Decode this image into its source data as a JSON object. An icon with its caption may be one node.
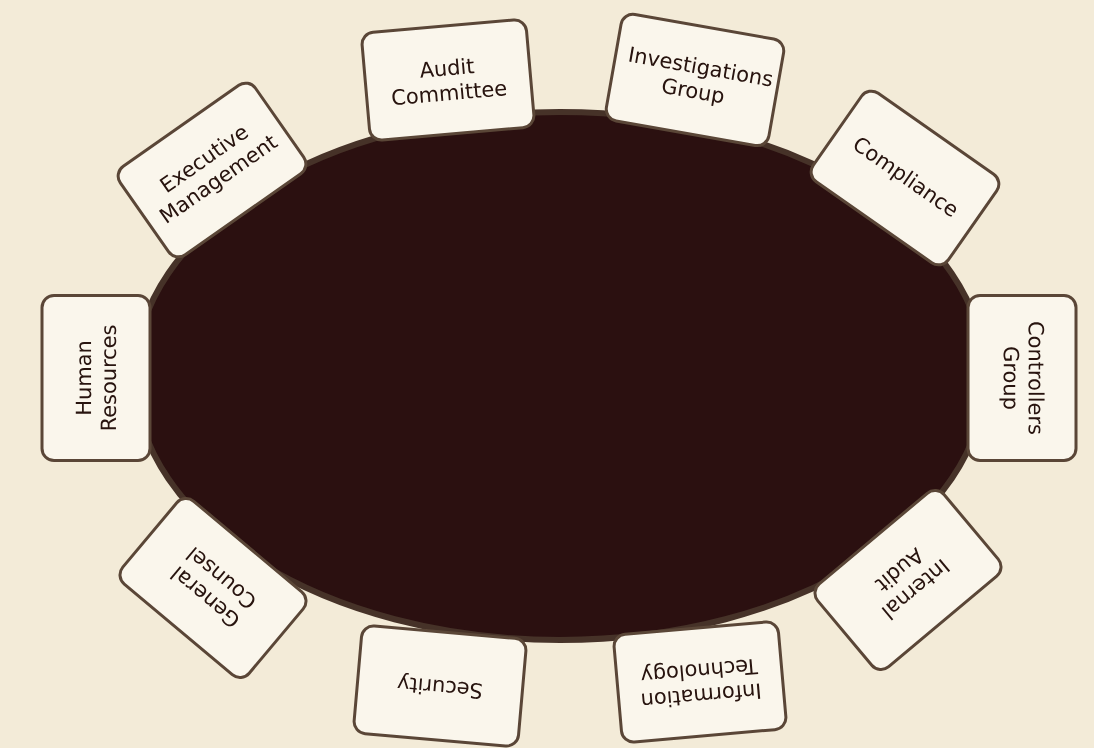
{
  "diagram": {
    "nodes": [
      {
        "text": [
          "Executive Management"
        ]
      },
      {
        "text": [
          "Audit Committee"
        ]
      },
      {
        "text": [
          "Investigations Group"
        ]
      },
      {
        "text": [
          "Compliance"
        ]
      },
      {
        "text": [
          "Controllers Group"
        ]
      },
      {
        "text": [
          "Internal Audit"
        ]
      },
      {
        "text": [
          "Information Technology"
        ]
      },
      {
        "text": [
          "Security"
        ]
      },
      {
        "text": [
          "General Counsel"
        ]
      },
      {
        "text": [
          "Human Resources"
        ]
      }
    ]
  }
}
